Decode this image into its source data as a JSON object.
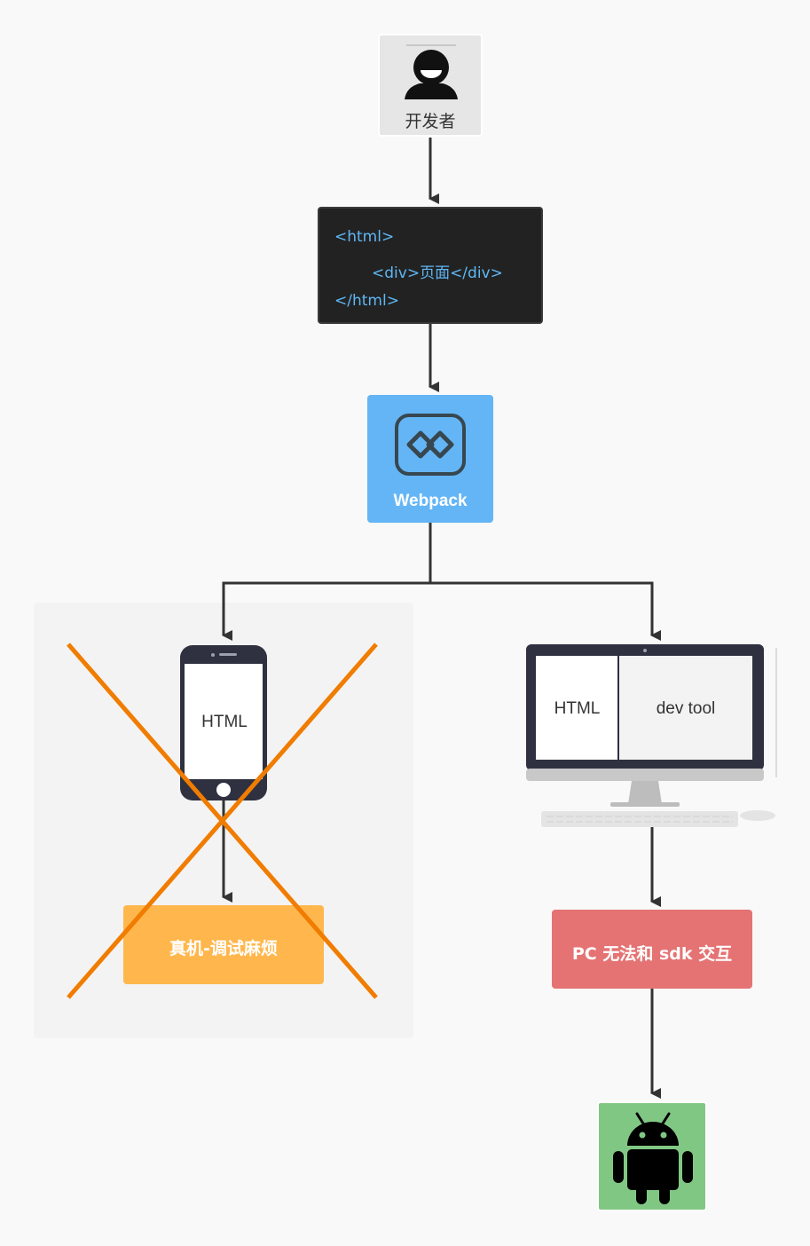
{
  "developer": {
    "label": "开发者",
    "icon": "person-icon"
  },
  "code": {
    "line1": "<html>",
    "line2": "<div>页面</div>",
    "line3": "</html>"
  },
  "webpack": {
    "label": "Webpack",
    "icon": "webpack-icon"
  },
  "phone": {
    "screen_label": "HTML",
    "icon": "phone-icon",
    "crossed_out": true
  },
  "real_device": {
    "label": "真机-调试麻烦"
  },
  "pc": {
    "html_label": "HTML",
    "devtool_label": "dev tool",
    "icon": "desktop-computer-icon"
  },
  "pc_sdk": {
    "label": "PC 无法和 sdk 交互"
  },
  "android": {
    "icon": "android-icon"
  },
  "colors": {
    "background": "#f9f9f9",
    "code_bg": "#222222",
    "code_text": "#5fb7f5",
    "webpack": "#64b5f6",
    "real_device": "#ffb74d",
    "pc_sdk": "#e57373",
    "android": "#81c784",
    "cross": "#f07c00",
    "connector": "#333333"
  }
}
